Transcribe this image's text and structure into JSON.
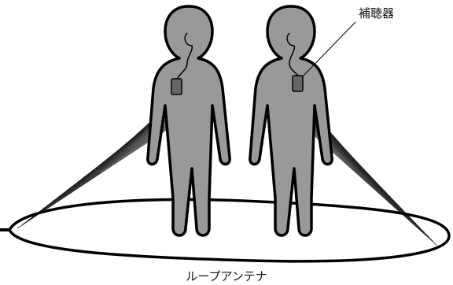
{
  "labels": {
    "hearing_aid": "補聴器",
    "loop_antenna": "ループアンテナ"
  },
  "colors": {
    "body_fill": "#999999",
    "device_fill": "#666666",
    "outline": "#000000",
    "background": "#ffffff"
  },
  "people_count": 2
}
